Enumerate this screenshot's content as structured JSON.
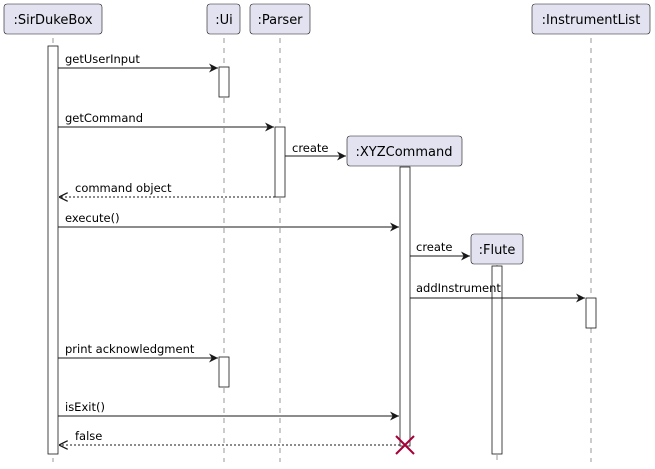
{
  "participants": {
    "sirdukebox": ":SirDukeBox",
    "ui": ":Ui",
    "parser": ":Parser",
    "xyzcommand": ":XYZCommand",
    "flute": ":Flute",
    "instrumentlist": ":InstrumentList"
  },
  "messages": [
    {
      "label": "getUserInput",
      "from": ":SirDukeBox",
      "to": ":Ui",
      "kind": "call"
    },
    {
      "label": "getCommand",
      "from": ":SirDukeBox",
      "to": ":Parser",
      "kind": "call"
    },
    {
      "label": "create",
      "from": ":Parser",
      "to": ":XYZCommand",
      "kind": "create"
    },
    {
      "label": "command object",
      "from": ":Parser",
      "to": ":SirDukeBox",
      "kind": "return"
    },
    {
      "label": "execute()",
      "from": ":SirDukeBox",
      "to": ":XYZCommand",
      "kind": "call"
    },
    {
      "label": "create",
      "from": ":XYZCommand",
      "to": ":Flute",
      "kind": "create"
    },
    {
      "label": "addInstrument",
      "from": ":XYZCommand",
      "to": ":InstrumentList",
      "kind": "call"
    },
    {
      "label": "print acknowledgment",
      "from": ":SirDukeBox",
      "to": ":Ui",
      "kind": "call"
    },
    {
      "label": "isExit()",
      "from": ":SirDukeBox",
      "to": ":XYZCommand",
      "kind": "call"
    },
    {
      "label": "false",
      "from": ":XYZCommand",
      "to": ":SirDukeBox",
      "kind": "return"
    }
  ],
  "destroyed_participant": ":XYZCommand"
}
